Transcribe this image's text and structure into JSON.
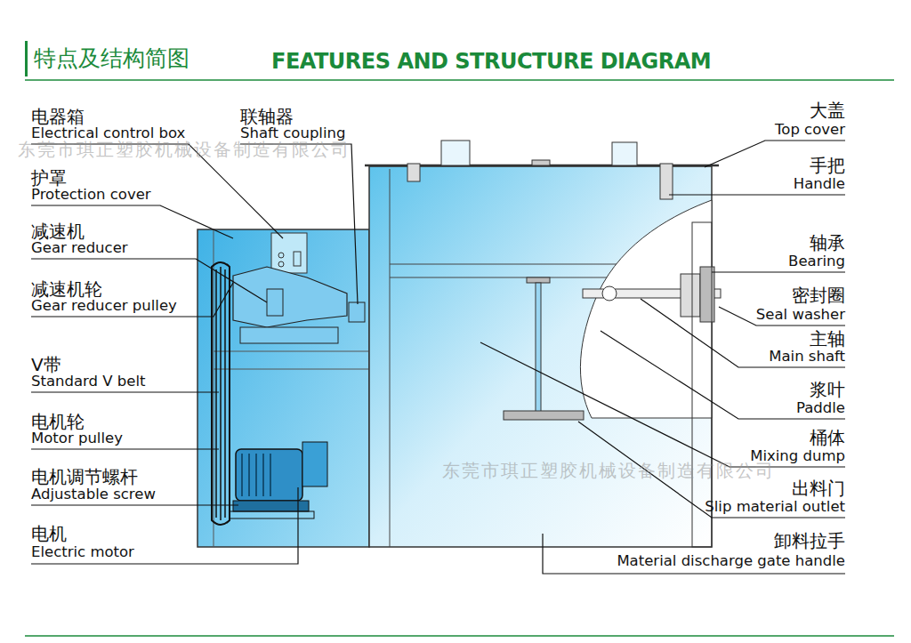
{
  "diagram": {
    "title": "特点及结构简图",
    "labels": [
      "FEATURES AND STRUCTURE DIAGRAM",
      "电器箱",
      "Electrical control box",
      "联轴器",
      "Shaft coupling",
      "护罩",
      "Protection cover",
      "减速机",
      "Gear reducer",
      "减速机轮",
      "Gear reducer pulley",
      "V带",
      "Standard V belt",
      "电机轮",
      "Motor pulley",
      "电机调节螺杆",
      "Adjustable screw",
      "电机",
      "Electric motor",
      "大盖",
      "Top cover",
      "手把",
      "Handle",
      "轴承",
      "Bearing",
      "密封圈",
      "Seal washer",
      "主轴",
      "Main shaft",
      "浆叶",
      "Paddle",
      "桶体",
      "Mixing dump",
      "出料门",
      "Slip material outlet",
      "卸料拉手",
      "Material discharge gate handle",
      "东莞市琪正塑胶机械设备制造有限公司",
      "东莞市琪正塑胶机械设备制造有限公司"
    ]
  }
}
